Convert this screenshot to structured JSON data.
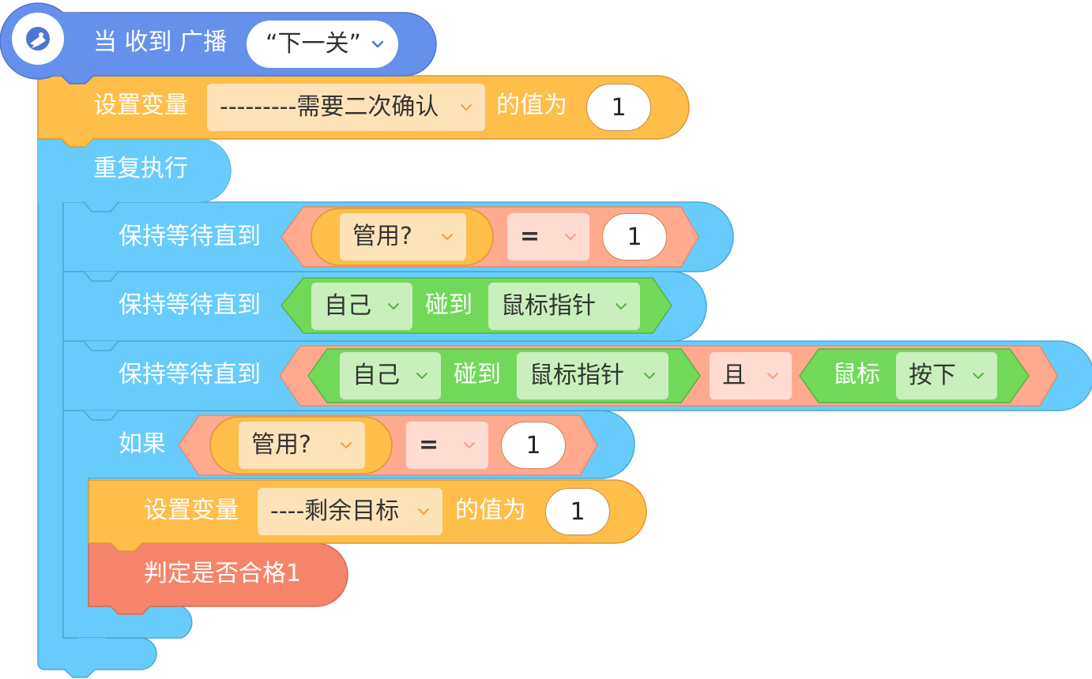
{
  "colors": {
    "events": "#6591ec",
    "variable": "#ffbd4a",
    "control": "#67ccfc",
    "operator": "#ffa98e",
    "sensing": "#72d85a",
    "custom": "#f6846a"
  },
  "hat": {
    "icon": "broadcast-satellite-icon",
    "label": "当 收到 广播",
    "message": "“下一关”"
  },
  "set_var_1": {
    "label": "设置变量",
    "variable": "---------需要二次确认",
    "to_label": "的值为",
    "value": "1"
  },
  "forever": {
    "label": "重复执行"
  },
  "wait_1": {
    "label": "保持等待直到",
    "var": "管用?",
    "op": "=",
    "value": "1"
  },
  "wait_2": {
    "label": "保持等待直到",
    "target": "自己",
    "touch_label": "碰到",
    "object": "鼠标指针"
  },
  "wait_3": {
    "label": "保持等待直到",
    "target": "自己",
    "touch_label": "碰到",
    "object": "鼠标指针",
    "logic": "且",
    "mouse_label": "鼠标",
    "mouse_state": "按下"
  },
  "if_block": {
    "label": "如果",
    "var": "管用?",
    "op": "=",
    "value": "1"
  },
  "set_var_2": {
    "label": "设置变量",
    "variable": "----剩余目标",
    "to_label": "的值为",
    "value": "1"
  },
  "custom_block": {
    "label": "判定是否合格1"
  }
}
